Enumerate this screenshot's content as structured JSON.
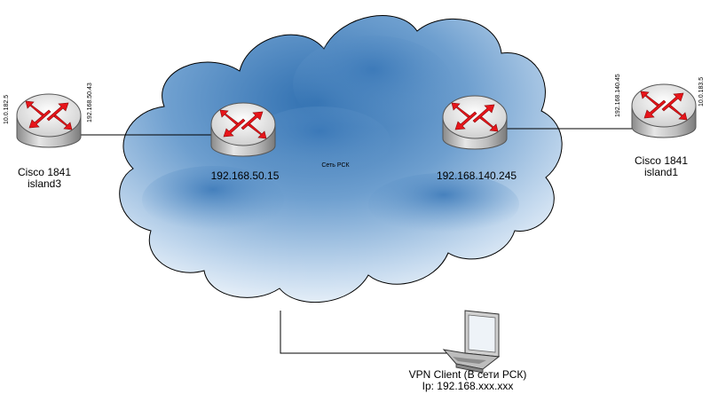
{
  "cloud": {
    "label": "Сеть РСК"
  },
  "routers": {
    "island3": {
      "name": "Cisco 1841",
      "host": "island3",
      "lan_ip": "10.0.182.5",
      "wan_ip": "192.168.50.43"
    },
    "center_left": {
      "ip": "192.168.50.15"
    },
    "center_right": {
      "ip": "192.168.140.245"
    },
    "island1": {
      "name": "Cisco 1841",
      "host": "island1",
      "lan_ip": "10.0.183.5",
      "wan_ip": "192.168.140.45"
    }
  },
  "vpn_client": {
    "name": "VPN Client (В сети РСК)",
    "ip": "Ip: 192.168.xxx.xxx"
  },
  "colors": {
    "cloud_dark": "#2f72b4",
    "cloud_light": "#ffffff",
    "router_arrow": "#e8141a",
    "link": "#000000"
  }
}
